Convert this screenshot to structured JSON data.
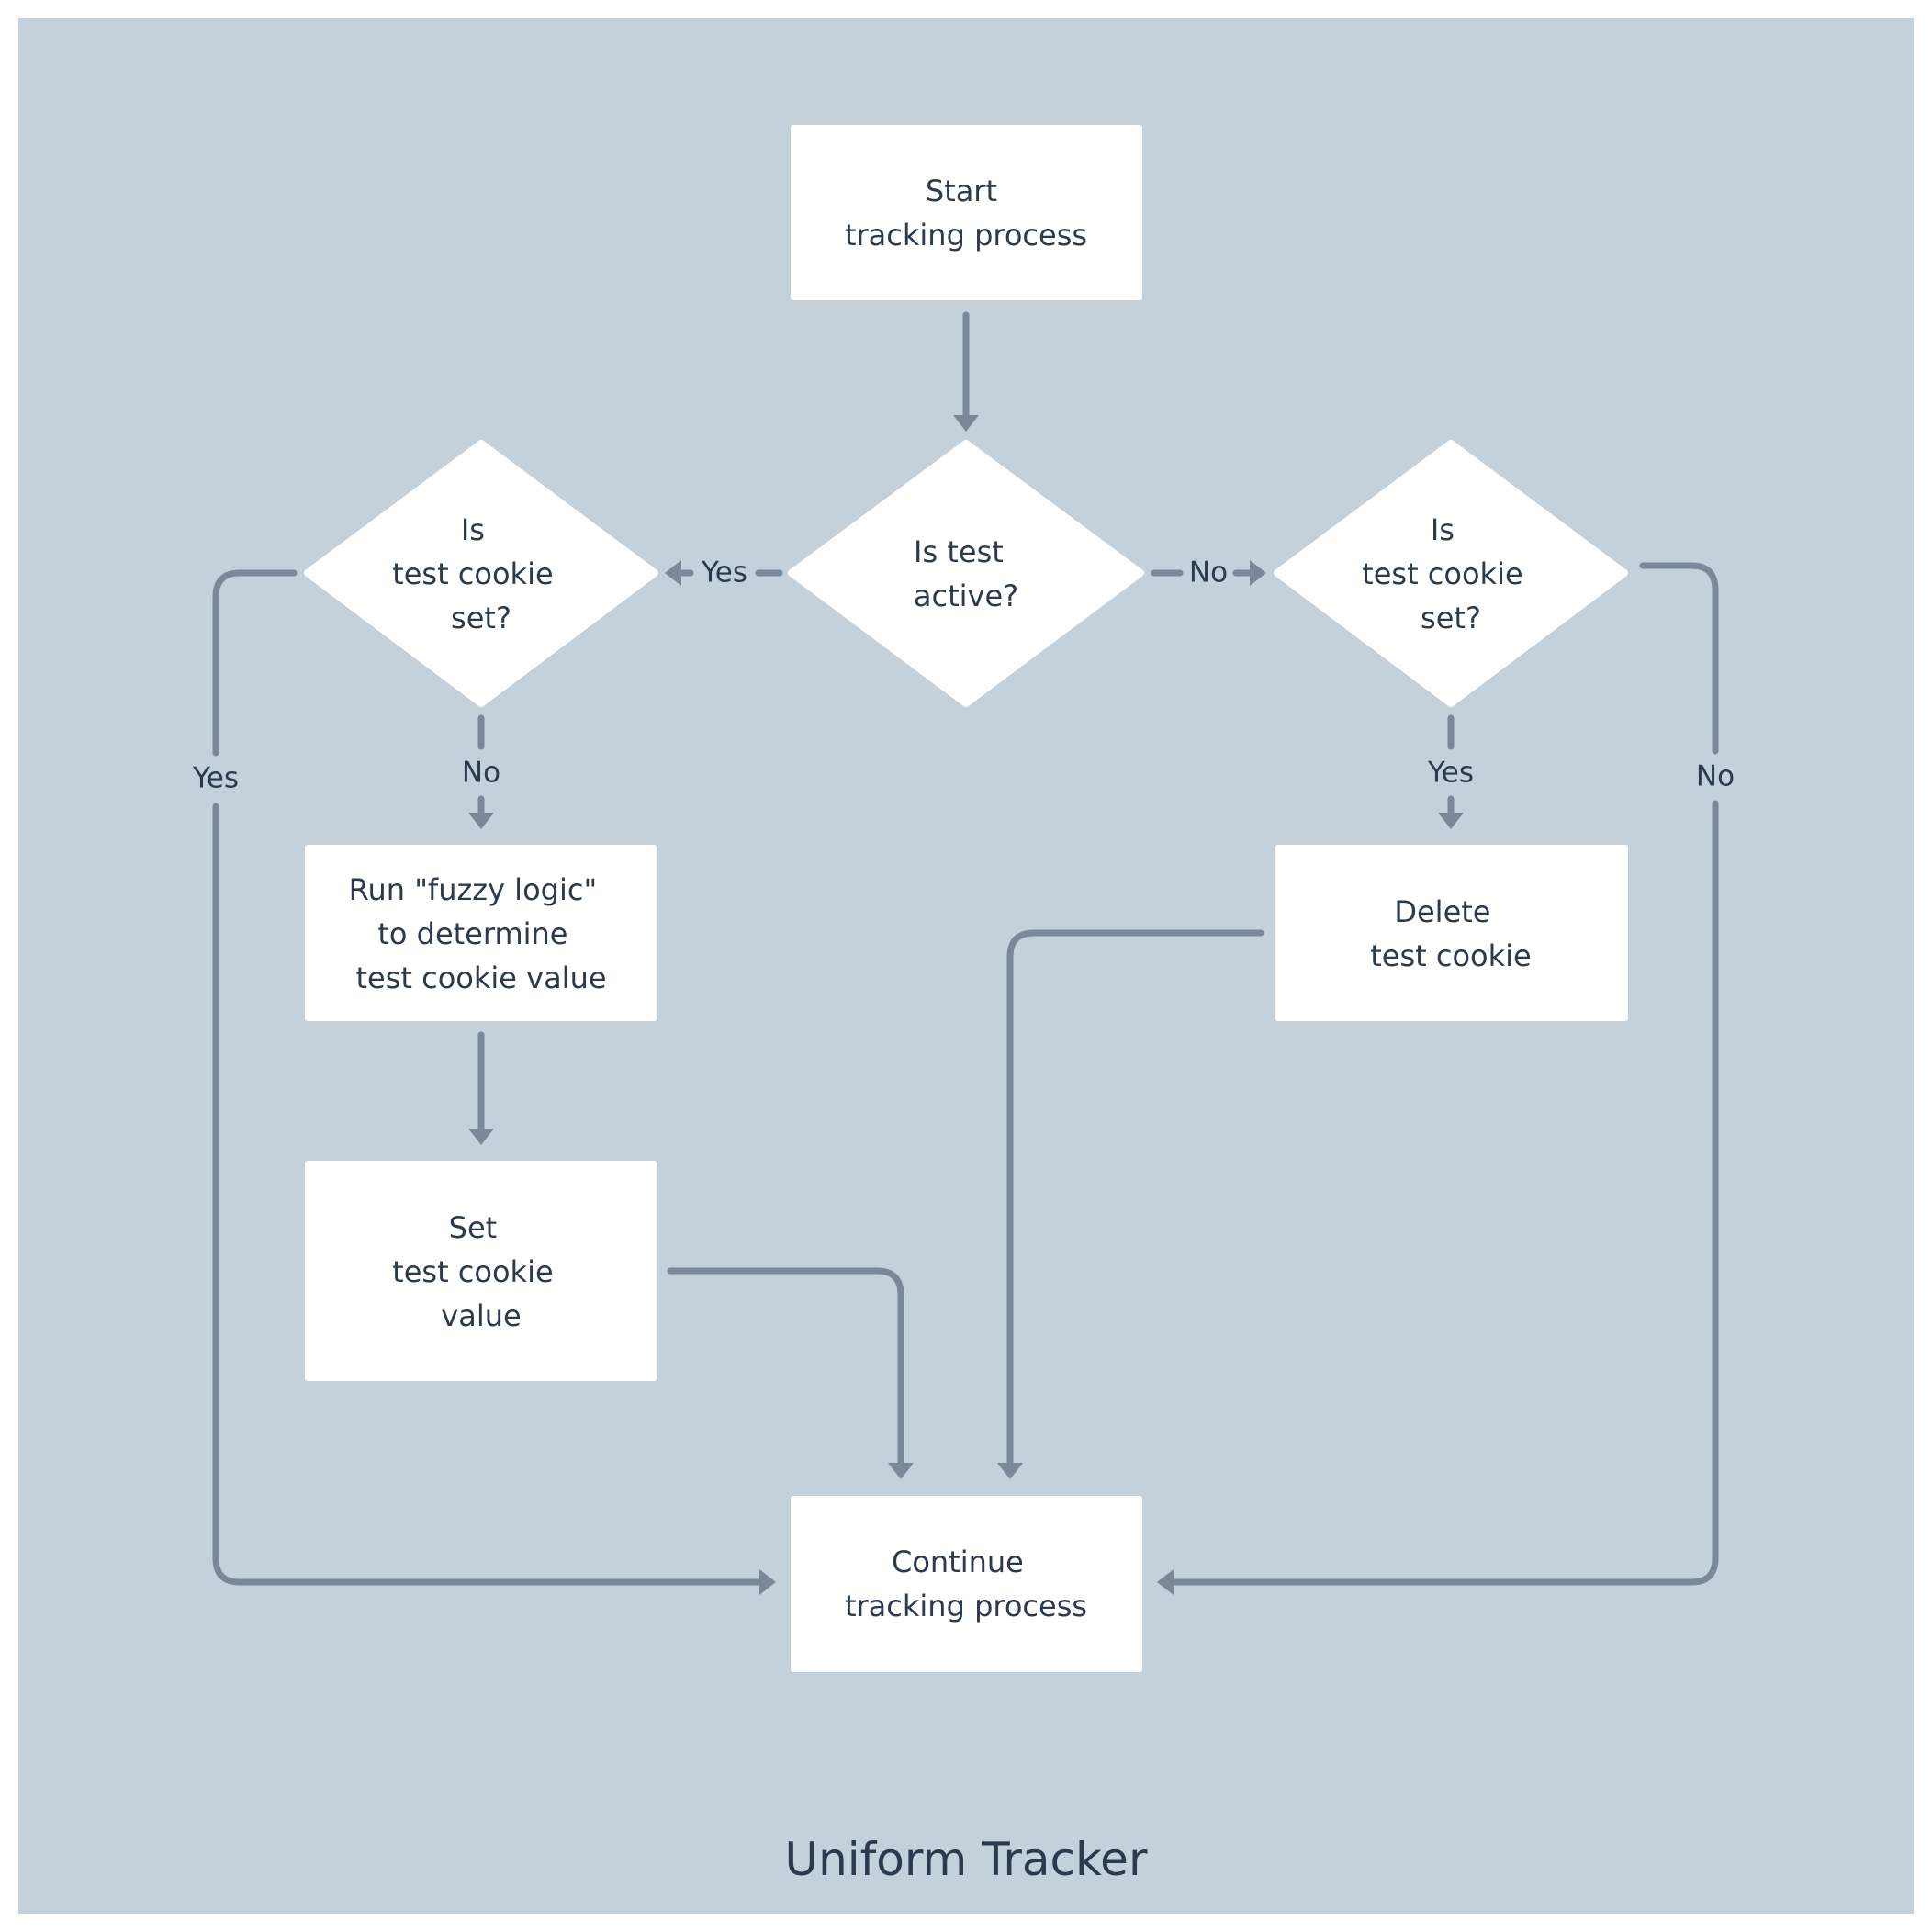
{
  "colors": {
    "background": "#c4d0da",
    "node_fill": "#ffffff",
    "edge": "#7a8898",
    "text": "#2b3a4d"
  },
  "nodes": {
    "start": [
      "Start",
      "tracking process"
    ],
    "is_test_active": [
      "Is test",
      "active?"
    ],
    "left_is_cookie_set": [
      "Is",
      "test cookie",
      "set?"
    ],
    "right_is_cookie_set": [
      "Is",
      "test cookie",
      "set?"
    ],
    "run_fuzzy_logic": [
      "Run \"fuzzy logic\"",
      "to determine",
      "test cookie value"
    ],
    "set_cookie_value": [
      "Set",
      "test cookie",
      "value"
    ],
    "delete_cookie": [
      "Delete",
      "test cookie"
    ],
    "continue": [
      "Continue",
      "tracking process"
    ]
  },
  "edge_labels": {
    "active_yes": "Yes",
    "active_no": "No",
    "left_yes": "Yes",
    "left_no": "No",
    "right_yes": "Yes",
    "right_no": "No"
  },
  "title": "Uniform Tracker"
}
